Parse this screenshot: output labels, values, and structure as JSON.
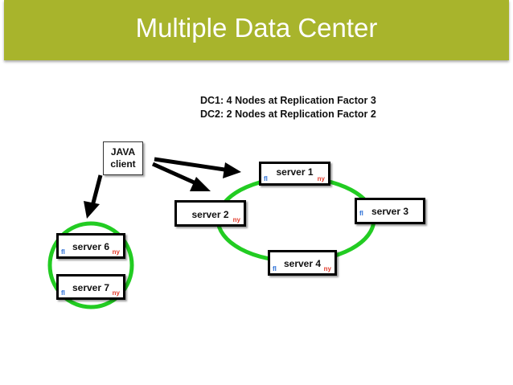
{
  "title": "Multiple Data Center",
  "dc_lines": [
    "DC1: 4 Nodes at Replication Factor 3",
    "DC2: 2 Nodes at Replication Factor 2"
  ],
  "client": {
    "line1": "JAVA",
    "line2": "client"
  },
  "servers": [
    {
      "name": "server 1",
      "fl": "fl",
      "ny": "ny"
    },
    {
      "name": "server 2",
      "fl": "",
      "ny": "ny"
    },
    {
      "name": "server 3",
      "fl": "fl",
      "ny": ""
    },
    {
      "name": "server 4",
      "fl": "fl",
      "ny": "ny"
    },
    {
      "name": "server 6",
      "fl": "fl",
      "ny": "ny"
    },
    {
      "name": "server 7",
      "fl": "fl",
      "ny": "ny"
    }
  ],
  "colors": {
    "title_bar": "#a8b42c",
    "ring": "#22cc22",
    "fl_label": "#2a6fd6",
    "ny_label": "#e23a2a"
  }
}
